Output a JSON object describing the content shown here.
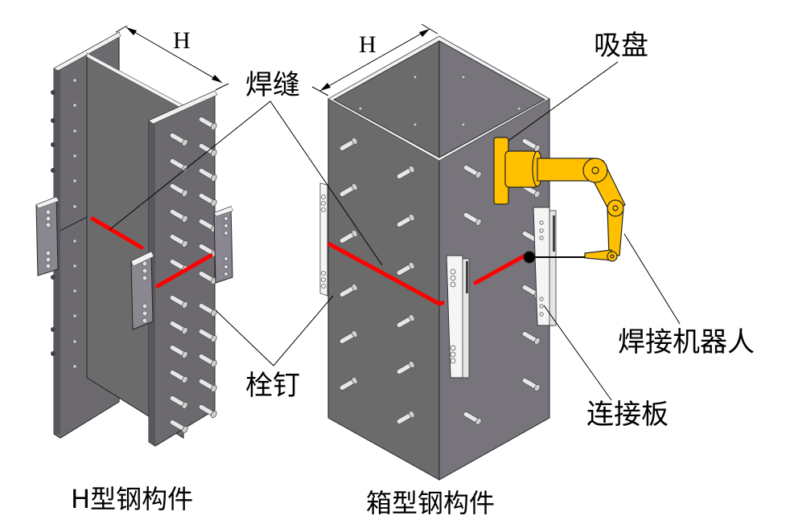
{
  "figure": {
    "labels": {
      "weld_seam": "焊缝",
      "stud": "栓钉",
      "suction_cup": "吸盘",
      "welding_robot": "焊接机器人",
      "connecting_plate": "连接板",
      "dimension_h_left": "H",
      "dimension_h_right": "H"
    },
    "captions": {
      "h_beam": "H型钢构件",
      "box_beam": "箱型钢构件"
    },
    "colors": {
      "steel_dark": "#6d6a6f",
      "steel_mid": "#7a7680",
      "steel_light": "#8b8791",
      "edge_white": "#f2f2f2",
      "weld_red": "#ff0000",
      "robot_yellow": "#ffc000",
      "outline": "#222222"
    }
  }
}
